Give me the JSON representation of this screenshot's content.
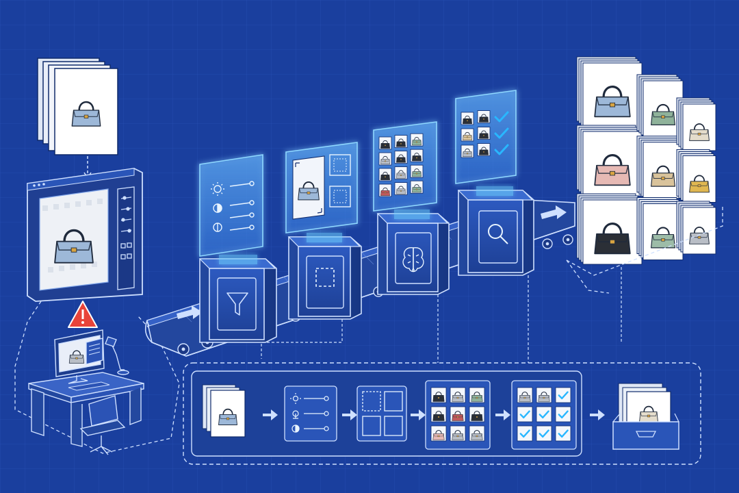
{
  "theme": {
    "background": "#1a3f9e",
    "grid": "#2f5bc2",
    "panel_fill": "#2a55b8",
    "outline": "#cfe0ff",
    "glow": "#6fd3ff",
    "check": "#29b7ff",
    "alert": "#e8443a"
  },
  "stages": [
    {
      "id": "input",
      "icon": "stacked-photos-icon"
    },
    {
      "id": "adjust",
      "icon": "sliders-icon"
    },
    {
      "id": "crop",
      "icon": "crop-frame-icon"
    },
    {
      "id": "classify",
      "icon": "brain-icon"
    },
    {
      "id": "verify",
      "icon": "magnifier-icon"
    },
    {
      "id": "output",
      "icon": "archive-tray-icon"
    }
  ],
  "bag_colors": {
    "blue": "#9db8d8",
    "sage": "#8fb29a",
    "cream": "#e4dccb",
    "pink": "#e6b9b4",
    "tan": "#d9c39b",
    "mustard": "#e0b751",
    "black": "#2b2f36",
    "mint": "#9dbca8",
    "gray": "#b9bec6",
    "red": "#c25b5b"
  },
  "output_grid": [
    [
      "blue",
      "sage",
      "cream"
    ],
    [
      "pink",
      "tan",
      "mustard"
    ],
    [
      "black",
      "mint",
      "gray"
    ]
  ]
}
